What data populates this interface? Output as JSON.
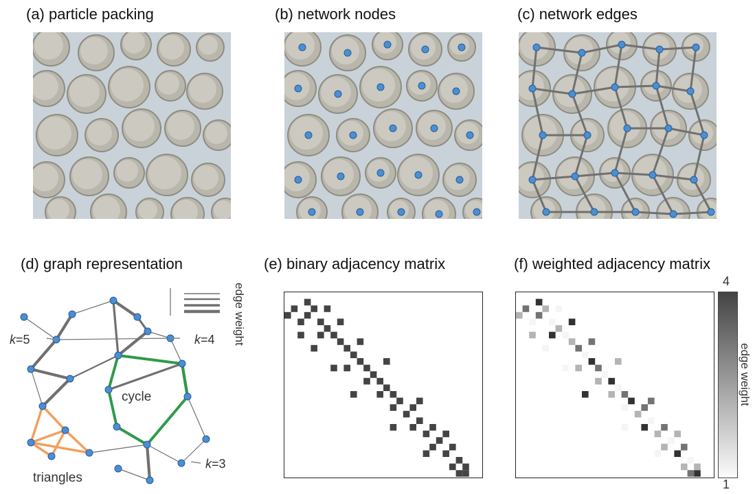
{
  "panels": {
    "a": "(a)   particle packing",
    "b": "(b)    network nodes",
    "c": "(c)   network edges",
    "d": "(d) graph representation",
    "e": "(e) binary adjacency matrix",
    "f": "(f) weighted adjacency matrix"
  },
  "graph_labels": {
    "k5": "k=5",
    "k4": "k=4",
    "k3": "k=3",
    "cycle": "cycle",
    "triangles": "triangles",
    "edge_weight": "edge weight"
  },
  "colorbar": {
    "max": "4",
    "min": "1",
    "label": "edge weight"
  },
  "colors": {
    "node": "#4a8fd6",
    "edge_gray": "#707070",
    "cycle": "#2f9a4a",
    "triangle": "#f0a060",
    "particle": "#b9b7ac",
    "matrix_dark": "#444444"
  }
}
